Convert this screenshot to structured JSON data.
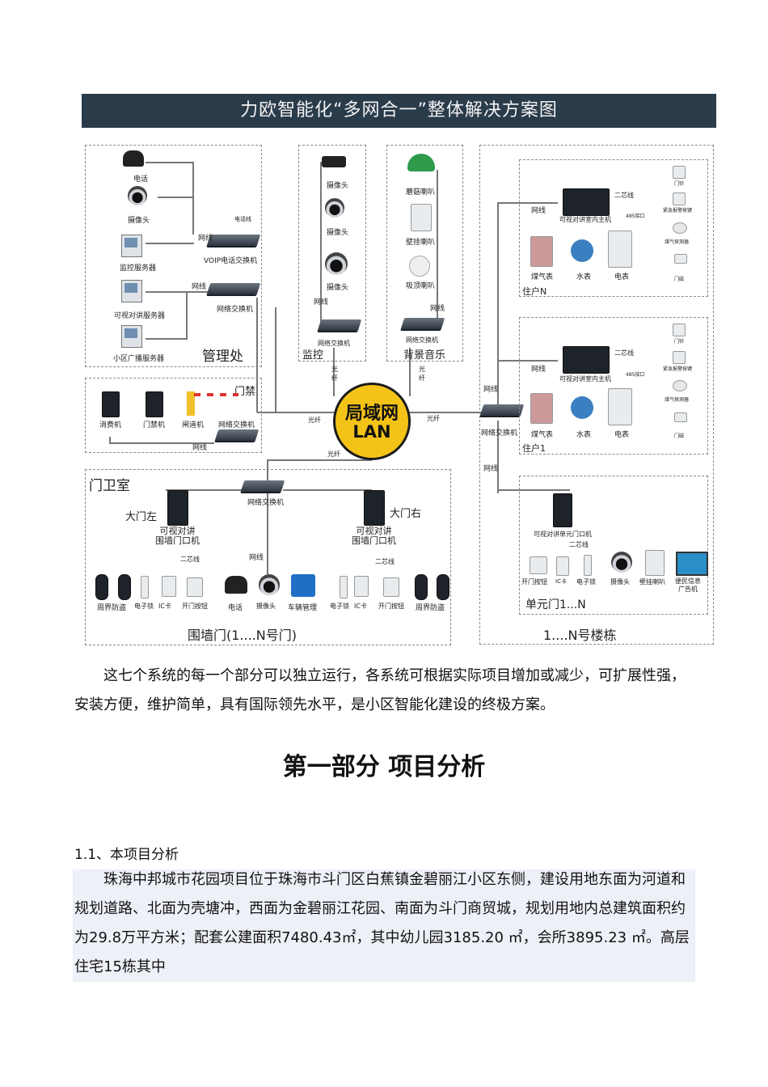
{
  "diagram": {
    "title": "力欧智能化“多网合一”整体解决方案图",
    "center": {
      "cn": "局域网",
      "en": "LAN"
    },
    "mgmt": {
      "title": "管理处",
      "phone": "电话",
      "camera": "摄像头",
      "monitor_server": "监控服务器",
      "intercom_server": "可视对讲服务器",
      "broadcast_server": "小区广播服务器",
      "voip": "VOIP电话交换机",
      "switch": "网络交换机",
      "net1": "网线",
      "net2": "网线",
      "phone_line": "电话线"
    },
    "monitor": {
      "title": "监控",
      "cam1": "摄像头",
      "cam2": "摄像头",
      "cam3": "摄像头",
      "net": "网线",
      "switch": "网络交换机",
      "fiber": "光纤"
    },
    "music": {
      "title": "背景音乐",
      "mushroom": "蘑菇喇叭",
      "wall": "壁挂喇叭",
      "ceiling": "吸顶喇叭",
      "net": "网线",
      "switch": "网络交换机",
      "fiber": "光纤"
    },
    "access": {
      "title": "门禁",
      "pos": "消费机",
      "door": "门禁机",
      "gate": "闸道机",
      "switch": "网络交换机",
      "net": "网线",
      "fiber": "光纤"
    },
    "guard": {
      "title": "门卫室",
      "switch": "网络交换机",
      "left": "大门左",
      "right": "大门右",
      "panel_left": "可视对讲\n围墙门口机",
      "panel_right": "可视对讲\n围墙门口机",
      "two_core_l": "二芯线",
      "two_core_r": "二芯线",
      "net": "网线",
      "fiber": "光纤",
      "perimeter_l": "周界防盗",
      "lock_l": "电子锁",
      "ic_l": "IC卡",
      "btn_l": "开门按钮",
      "phone": "电话",
      "cam": "摄像头",
      "parking": "车辆管理",
      "lock_r": "电子锁",
      "ic_r": "IC卡",
      "btn_r": "开门按钮",
      "perimeter_r": "周界防盗",
      "footer": "围墙门(1....N号门)"
    },
    "building": {
      "net_top": "网线",
      "net_mid": "网线",
      "switch": "网络交换机",
      "fiber": "光纤",
      "unitN": {
        "title": "住户N",
        "host": "可视对讲室内主机",
        "net": "网线",
        "two_core": "二芯线",
        "bus": "485接口",
        "gas": "煤气表",
        "water": "水表",
        "elec": "电表",
        "bell": "门铃",
        "alarm": "紧急报警按键",
        "detector": "煤气探测器",
        "magnet": "门磁"
      },
      "unit1": {
        "title": "住户1",
        "host": "可视对讲室内主机",
        "net": "网线",
        "two_core": "二芯线",
        "bus": "485接口",
        "gas": "煤气表",
        "water": "水表",
        "elec": "电表",
        "bell": "门铃",
        "alarm": "紧急报警按键",
        "detector": "煤气探测器",
        "magnet": "门磁"
      },
      "entry": {
        "title": "单元门1...N",
        "panel": "可视对讲单元门口机",
        "two_core": "二芯线",
        "btn": "开门按钮",
        "ic": "IC卡",
        "lock": "电子锁",
        "cam": "摄像头",
        "speaker": "壁挂喇叭",
        "ad": "便民信息\n广告机"
      },
      "footer": "1....N号楼栋"
    }
  },
  "body": {
    "intro": "这七个系统的每一个部分可以独立运行，各系统可根据实际项目增加或减少，可扩展性强，安装方便，维护简单，具有国际领先水平，是小区智能化建设的终极方案。",
    "heading": "第一部分  项目分析",
    "section": "1.1、本项目分析",
    "project": "珠海中邦城市花园项目位于珠海市斗门区白蕉镇金碧丽江小区东侧，建设用地东面为河道和规划道路、北面为壳塘冲，西面为金碧丽江花园、南面为斗门商贸城，规划用地内总建筑面积约为29.8万平方米；配套公建面积7480.43㎡，其中幼儿园3185.20 ㎡，会所3895.23 ㎡。高层住宅15栋其中"
  },
  "colors": {
    "banner": "#2a3b4a",
    "lan": "#f4c318",
    "highlight": "#eef0f8"
  }
}
